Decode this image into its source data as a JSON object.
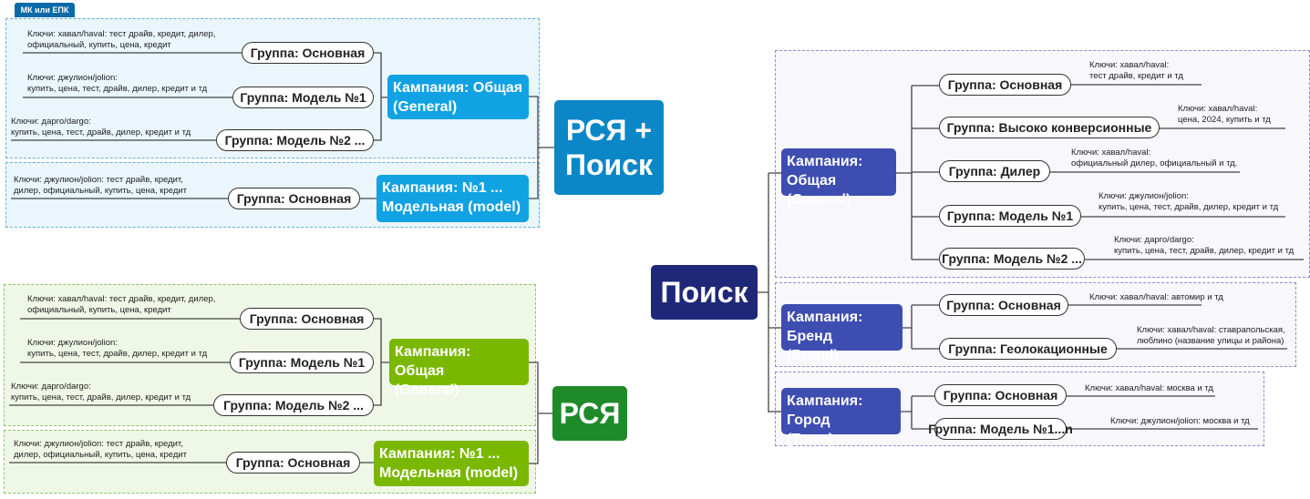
{
  "tag": "МК или ЕПК",
  "rsya_search": {
    "root": "РСЯ +\nПоиск",
    "campaigns": [
      {
        "label": "Кампания: Общая\n(General)",
        "groups": [
          {
            "label": "Группа: Основная",
            "keys": "Ключи: хавал/haval: тест драйв, кредит, дилер,\nофициальный, купить, цена, кредит"
          },
          {
            "label": "Группа: Модель №1",
            "keys": "Ключи: джулион/jolion:\nкупить, цена, тест, драйв, дилер, кредит и тд"
          },
          {
            "label": "Группа: Модель №2 ...",
            "keys": "Ключи: дарго/dargo:\nкупить, цена, тест, драйв, дилер, кредит и тд"
          }
        ]
      },
      {
        "label": "Кампания: №1 ...\nМодельная (model)",
        "groups": [
          {
            "label": "Группа: Основная",
            "keys": "Ключи: джулион/jolion: тест драйв, кредит,\nдилер, официальный, купить, цена, кредит"
          }
        ]
      }
    ]
  },
  "rsya": {
    "root": "РСЯ",
    "campaigns": [
      {
        "label": "Кампания: Общая\n(General)",
        "groups": [
          {
            "label": "Группа: Основная",
            "keys": "Ключи: хавал/haval: тест драйв, кредит, дилер,\nофициальный, купить, цена, кредит"
          },
          {
            "label": "Группа: Модель №1",
            "keys": "Ключи: джулион/jolion:\nкупить, цена, тест, драйв, дилер, кредит и тд"
          },
          {
            "label": "Группа: Модель №2 ...",
            "keys": "Ключи: дарго/dargo:\nкупить, цена, тест, драйв, дилер, кредит и тд"
          }
        ]
      },
      {
        "label": "Кампания: №1 ...\nМодельная (model)",
        "groups": [
          {
            "label": "Группа: Основная",
            "keys": "Ключи: джулион/jolion: тест драйв, кредит,\nдилер, официальный, купить, цена, кредит"
          }
        ]
      }
    ]
  },
  "search": {
    "root": "Поиск",
    "campaigns": [
      {
        "label": "Кампания: Общая\n(General)",
        "groups": [
          {
            "label": "Группа: Основная",
            "keys": "Ключи: хавал/haval:\nтест драйв, кредит и тд"
          },
          {
            "label": "Группа: Высоко конверсионные",
            "keys": "Ключи: хавал/haval:\nцена, 2024, купить и тд"
          },
          {
            "label": "Группа: Дилер",
            "keys": "Ключи: хавал/haval:\nофициальный дилер, официальный и тд."
          },
          {
            "label": "Группа: Модель №1",
            "keys": "Ключи: джулион/jolion:\nкупить, цена, тест, драйв, дилер, кредит и тд"
          },
          {
            "label": "Группа: Модель №2 ...",
            "keys": "Ключи: дарго/dargo:\nкупить, цена, тест, драйв, дилер, кредит и тд"
          }
        ]
      },
      {
        "label": "Кампания: Бренд\n(Brand)",
        "groups": [
          {
            "label": "Группа: Основная",
            "keys": "Ключи: хавал/haval: автомир и тд"
          },
          {
            "label": "Группа: Геолокационные",
            "keys": "Ключи: хавал/haval: ставрапольская,\nлюблино (название улицы и района)"
          }
        ]
      },
      {
        "label": "Кампания: Город\n(Town)",
        "groups": [
          {
            "label": "Группа: Основная",
            "keys": "Ключи: хавал/haval: москва и тд"
          },
          {
            "label": "Группа: Модель №1...n",
            "keys": "Ключи: джулион/jolion:  москва и тд"
          }
        ]
      }
    ]
  },
  "colors": {
    "blue": "#10a2e3",
    "green": "#7ab800",
    "purple": "#3e4db0",
    "root_blue": "#0b87c8",
    "root_green": "#1f8a2a",
    "root_navy": "#1f2878"
  }
}
